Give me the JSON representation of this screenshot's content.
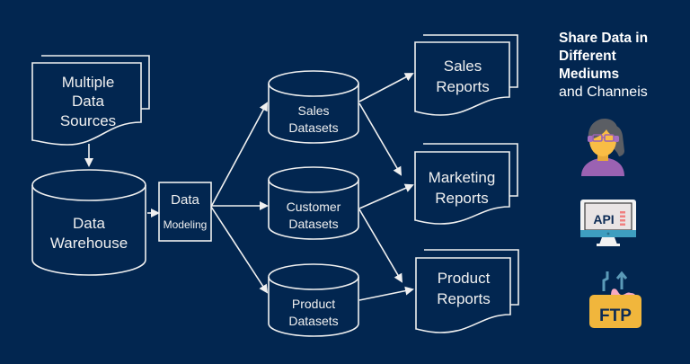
{
  "background_color": "#022650",
  "line_color": "#f0f0f0",
  "sources": {
    "multiple_data_sources": [
      "Multiple",
      "Data",
      "Sources"
    ]
  },
  "warehouse": {
    "label": [
      "Data",
      "Warehouse"
    ]
  },
  "modeling": {
    "label_line1": "Data",
    "label_line2": "Modeling"
  },
  "datasets": [
    {
      "label": [
        "Sales",
        "Datasets"
      ]
    },
    {
      "label": [
        "Customer",
        "Datasets"
      ]
    },
    {
      "label": [
        "Product",
        "Datasets"
      ]
    }
  ],
  "reports": [
    {
      "label": [
        "Sales",
        "Reports"
      ]
    },
    {
      "label": [
        "Marketing",
        "Reports"
      ]
    },
    {
      "label": [
        "Product",
        "Reports"
      ]
    }
  ],
  "side_panel": {
    "title_bold": [
      "Share Data in",
      "Different",
      "Mediums"
    ],
    "title_regular": "and Channeis",
    "icons": [
      {
        "name": "user-avatar-icon",
        "text": ""
      },
      {
        "name": "api-monitor-icon",
        "text": "API"
      },
      {
        "name": "ftp-folder-icon",
        "text": "FTP"
      }
    ]
  },
  "connections": [
    {
      "from": "multiple-data-sources",
      "to": "data-warehouse"
    },
    {
      "from": "data-warehouse",
      "to": "data-modeling"
    },
    {
      "from": "data-modeling",
      "to": "sales-datasets"
    },
    {
      "from": "data-modeling",
      "to": "customer-datasets"
    },
    {
      "from": "data-modeling",
      "to": "product-datasets"
    },
    {
      "from": "sales-datasets",
      "to": "sales-reports"
    },
    {
      "from": "sales-datasets",
      "to": "marketing-reports"
    },
    {
      "from": "customer-datasets",
      "to": "marketing-reports"
    },
    {
      "from": "customer-datasets",
      "to": "product-reports"
    },
    {
      "from": "product-datasets",
      "to": "product-reports"
    }
  ]
}
